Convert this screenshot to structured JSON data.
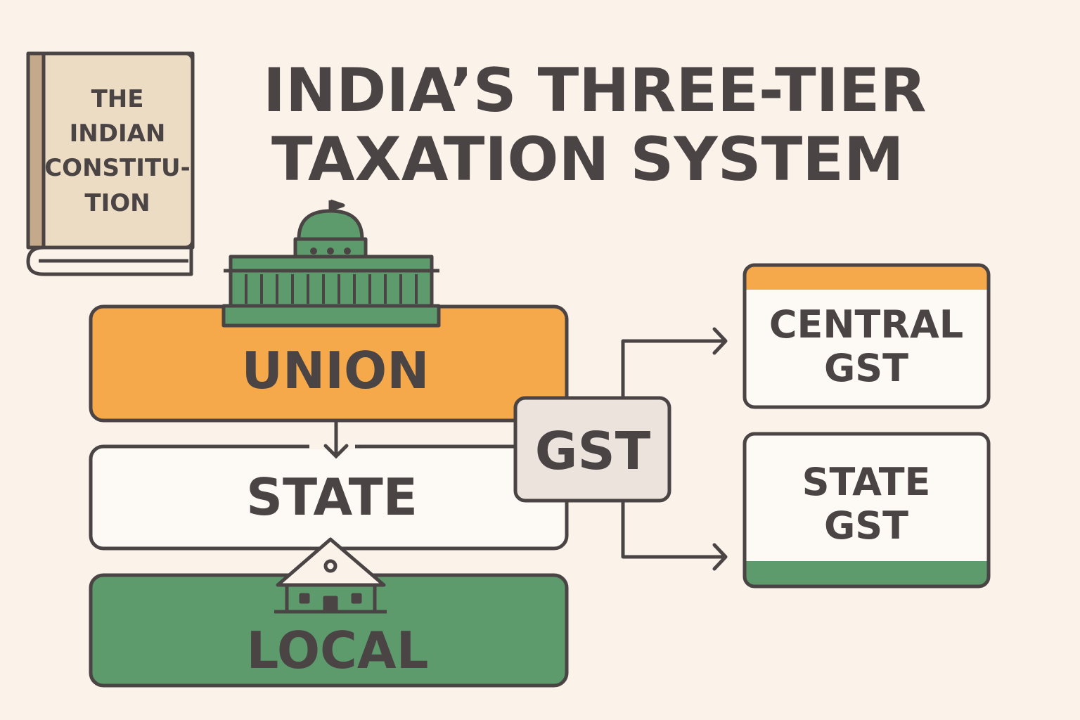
{
  "title": {
    "line1": "INDIA’S THREE-TIER",
    "line2": "TAXATION SYSTEM"
  },
  "book": {
    "line1": "THE",
    "line2": "INDIAN",
    "line3": "CONSTITU-",
    "line4": "TION"
  },
  "tiers": {
    "union": "UNION",
    "state": "STATE",
    "local": "LOCAL"
  },
  "gst": {
    "label": "GST"
  },
  "central_gst": {
    "line1": "CENTRAL",
    "line2": "GST"
  },
  "state_gst": {
    "line1": "STATE",
    "line2": "GST"
  },
  "colors": {
    "background": "#fbf3ea",
    "orange": "#f6a94a",
    "green": "#5e9b6c",
    "stroke": "#4a4445",
    "book": "#ecdcc4",
    "gst_box": "#ebe3dc"
  }
}
